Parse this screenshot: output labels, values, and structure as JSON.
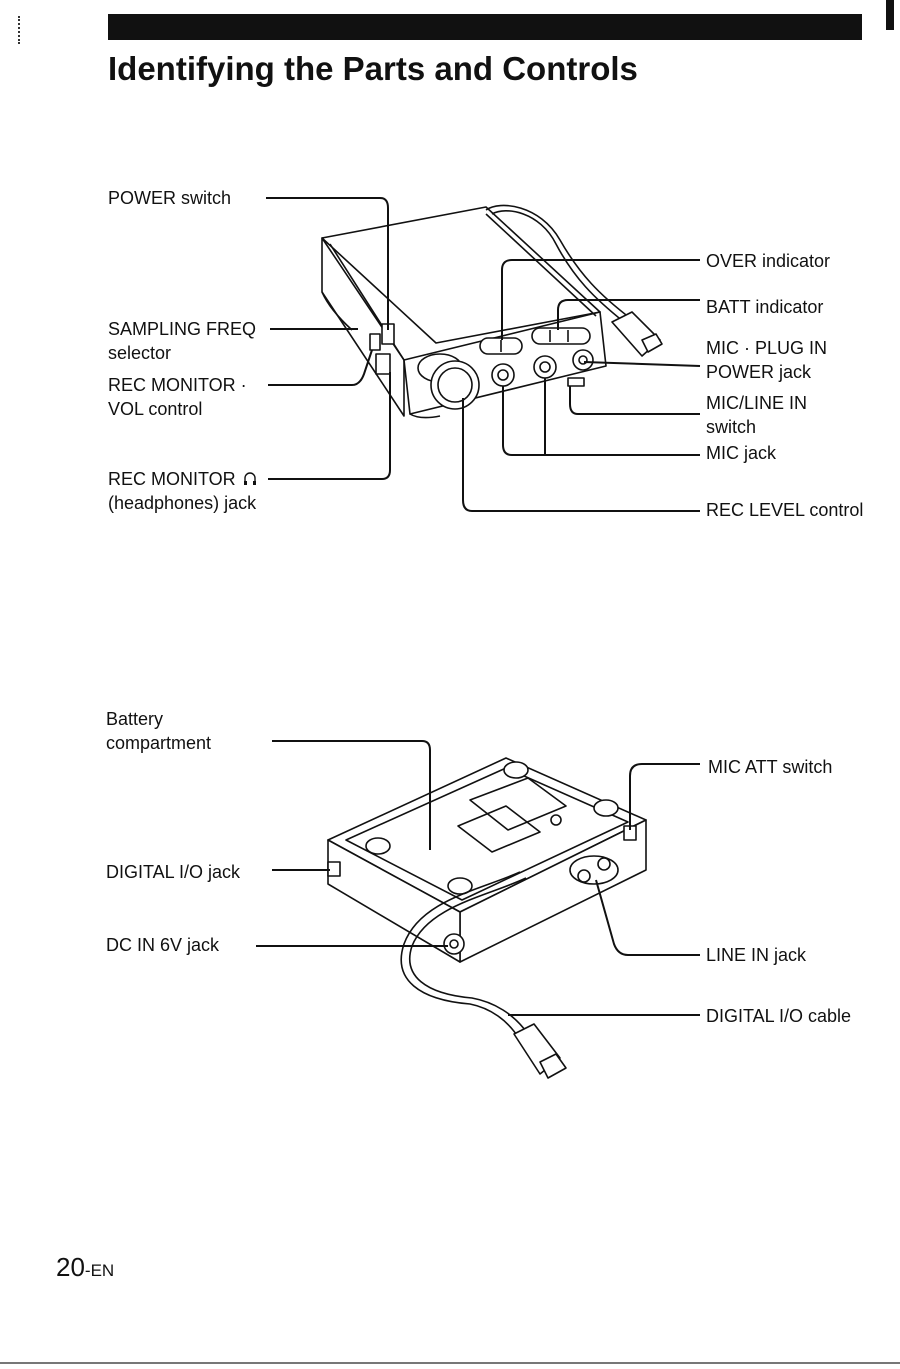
{
  "page": {
    "title": "Identifying the Parts and Controls",
    "page_number": "20",
    "page_number_suffix": "-EN"
  },
  "top_diagram": {
    "labels": {
      "power_switch": "POWER switch",
      "sampling_freq_1": "SAMPLING FREQ",
      "sampling_freq_2": "selector",
      "rec_monitor_vol_1": "REC MONITOR ·",
      "rec_monitor_vol_2": "VOL control",
      "rec_monitor_jack_1": "REC MONITOR",
      "rec_monitor_jack_2": "(headphones) jack",
      "over_indicator": "OVER indicator",
      "batt_indicator": "BATT indicator",
      "mic_plug_in_1": "MIC · PLUG IN",
      "mic_plug_in_2": "POWER jack",
      "mic_line_in_1": "MIC/LINE IN",
      "mic_line_in_2": "switch",
      "mic_jack": "MIC jack",
      "rec_level": "REC LEVEL control"
    },
    "icons": {
      "headphones": "headphones-icon"
    }
  },
  "bottom_diagram": {
    "labels": {
      "battery_1": "Battery",
      "battery_2": "compartment",
      "digital_io_jack": "DIGITAL I/O jack",
      "dc_in": "DC IN 6V jack",
      "mic_att": "MIC ATT switch",
      "line_in_jack": "LINE IN jack",
      "digital_io_cable": "DIGITAL I/O cable"
    }
  }
}
